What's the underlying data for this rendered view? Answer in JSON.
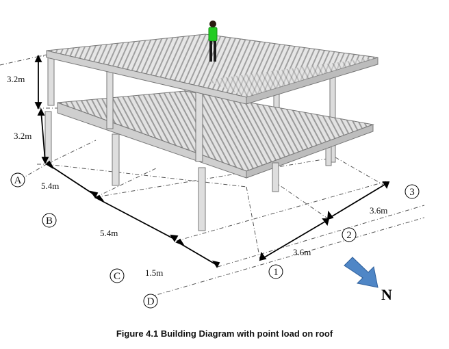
{
  "caption": "Figure 4.1 Building Diagram with point load on roof",
  "storey_heights": [
    "3.2m",
    "3.2m"
  ],
  "bay_dims_ns": [
    "5.4m",
    "5.4m",
    "1.5m"
  ],
  "bay_dims_ew": [
    "3.6m",
    "3.6m"
  ],
  "grid_letters": [
    "A",
    "B",
    "C",
    "D"
  ],
  "grid_numbers": [
    "1",
    "2",
    "3"
  ],
  "north_label": "N",
  "colors": {
    "deck": "#d6d6d6",
    "beam": "#c9c9c9",
    "column": "#dcdcdc",
    "person_shirt": "#22cc22",
    "arrow": "#4f86c6"
  }
}
